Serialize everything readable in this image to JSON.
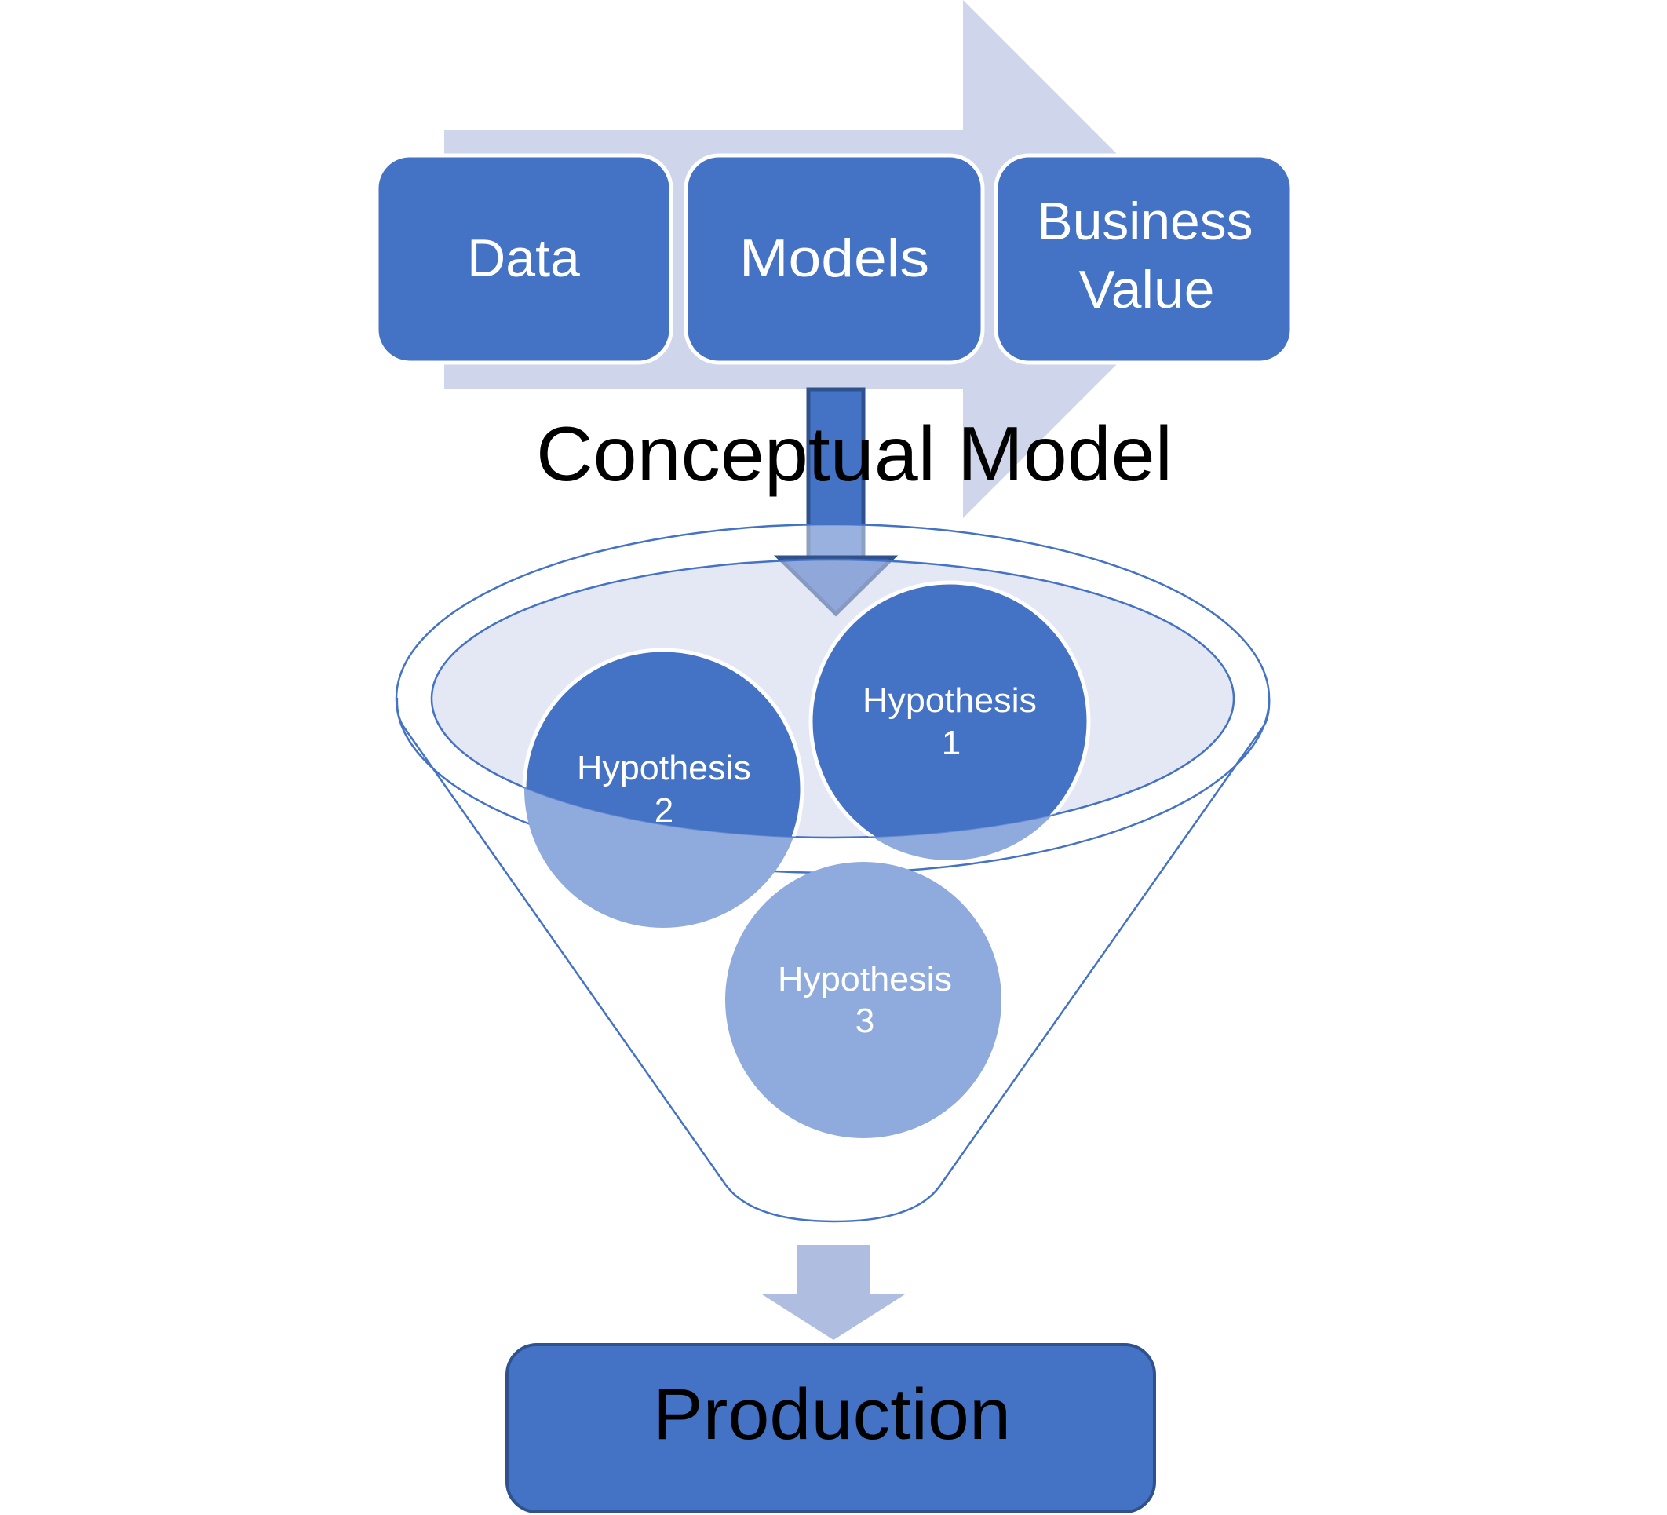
{
  "diagram": {
    "pipeline": {
      "steps": [
        {
          "label_lines": [
            "Data"
          ]
        },
        {
          "label_lines": [
            "Models"
          ]
        },
        {
          "label_lines": [
            "Business",
            "Value"
          ]
        }
      ]
    },
    "conceptual_label": "Conceptual Model",
    "funnel": {
      "hypotheses": [
        {
          "title": "Hypothesis",
          "number": "1"
        },
        {
          "title": "Hypothesis",
          "number": "2"
        },
        {
          "title": "Hypothesis",
          "number": "3"
        }
      ]
    },
    "output": {
      "label": "Production"
    }
  },
  "colors": {
    "primary": "#4472C4",
    "primary_border": "#2F528F",
    "light_band": "#CFD5EA",
    "hypothesis_faded": "#8FAADC",
    "funnel_inner": "#E4E8F4",
    "output_arrow": "#AFBDE0",
    "background": "#FFFFFF",
    "text_dark": "#000000",
    "text_light": "#FFFFFF"
  }
}
